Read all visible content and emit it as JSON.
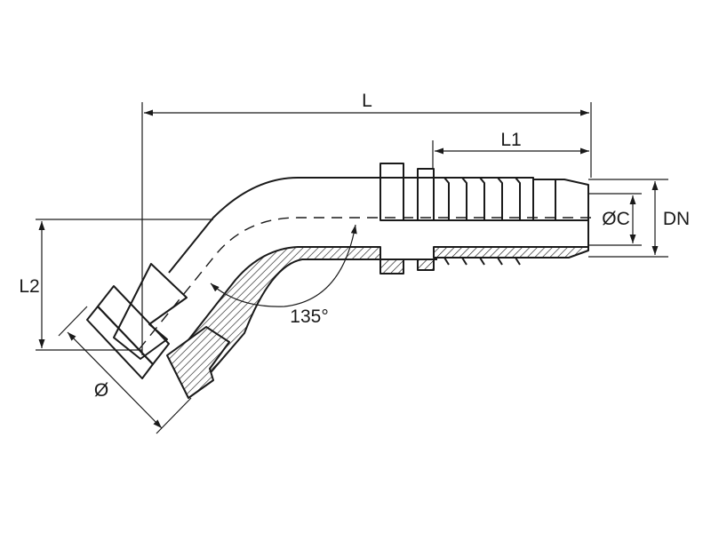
{
  "labels": {
    "overall_length": "L",
    "tail_length": "L1",
    "drop_height": "L2",
    "hose_inner_diameter": "ØC",
    "nominal_size": "DN",
    "bend_angle": "135°",
    "flange_diameter": "Ø"
  },
  "colors": {
    "line": "#1a1a1a",
    "background": "#ffffff"
  }
}
